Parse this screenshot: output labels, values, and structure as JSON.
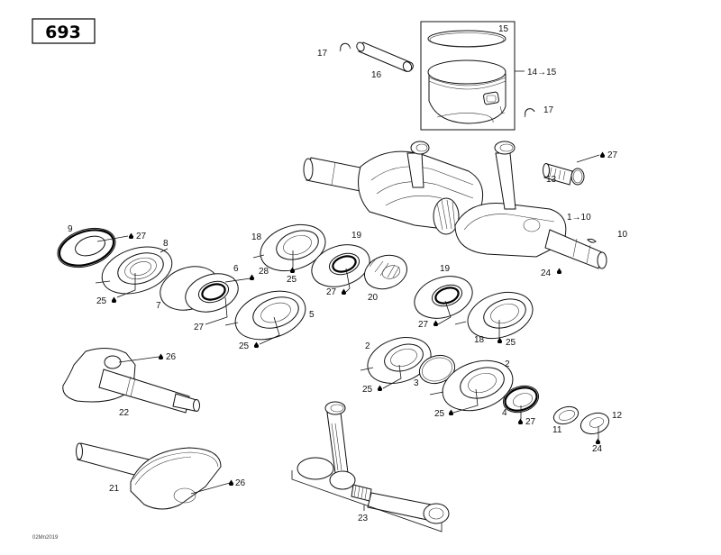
{
  "page": {
    "diagram_number": "693",
    "drawing_code": "02Mn2019"
  },
  "callouts": {
    "c1_10": "1→10",
    "c2a": "2",
    "c2b": "2",
    "c3": "3",
    "c4": "4",
    "c5": "5",
    "c6": "6",
    "c7": "7",
    "c8": "8",
    "c9": "9",
    "c10": "10",
    "c11": "11",
    "c12": "12",
    "c13": "13",
    "c14_15": "14→15",
    "c15": "15",
    "c16": "16",
    "c17a": "17",
    "c17b": "17",
    "c18a": "18",
    "c18b": "18",
    "c19a": "19",
    "c19b": "19",
    "c20": "20",
    "c21": "21",
    "c22": "22",
    "c23": "23",
    "c24a": "24",
    "c24b": "24",
    "c25a": "25",
    "c25b": "25",
    "c25c": "25",
    "c25d": "25",
    "c25e": "25",
    "c25f": "25",
    "c26a": "26",
    "c26b": "26",
    "c27a": "27",
    "c27b": "27",
    "c27c": "27",
    "c27d": "27",
    "c27e": "27",
    "c27f": "27",
    "c28": "28"
  },
  "icons": {
    "lubricant_marker": "drop-icon"
  }
}
